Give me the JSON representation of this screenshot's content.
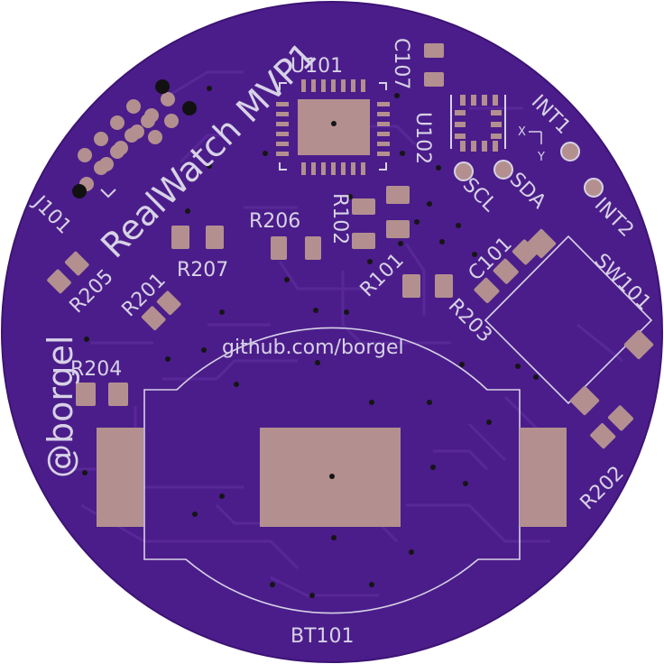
{
  "colors": {
    "background": "#ffffff",
    "board": "#4b1d8a",
    "board_edge": "#3c1474",
    "trace": "#5a2a9a",
    "pad": "#b3908f",
    "silkscreen": "#d7d2e6",
    "drill": "#111111",
    "via": "#151515"
  },
  "board": {
    "title": "RealWatch MVP1",
    "handle": "@borgel",
    "url": "github.com/borgel"
  },
  "labels": {
    "u101": "U101",
    "c107": "C107",
    "u102": "U102",
    "int1": "INT1",
    "int2": "INT2",
    "scl": "SCL",
    "sda": "SDA",
    "j101": "J101",
    "r205": "R205",
    "r206": "R206",
    "r102": "R102",
    "r201": "R201",
    "r207": "R207",
    "r101": "R101",
    "c101": "C101",
    "sw101": "SW101",
    "r203": "R203",
    "r204": "R204",
    "r202": "R202",
    "bt101": "BT101",
    "axis_x": "X",
    "axis_y": "Y"
  },
  "icons": {
    "pad": "copper-pad",
    "via": "via-hole"
  }
}
